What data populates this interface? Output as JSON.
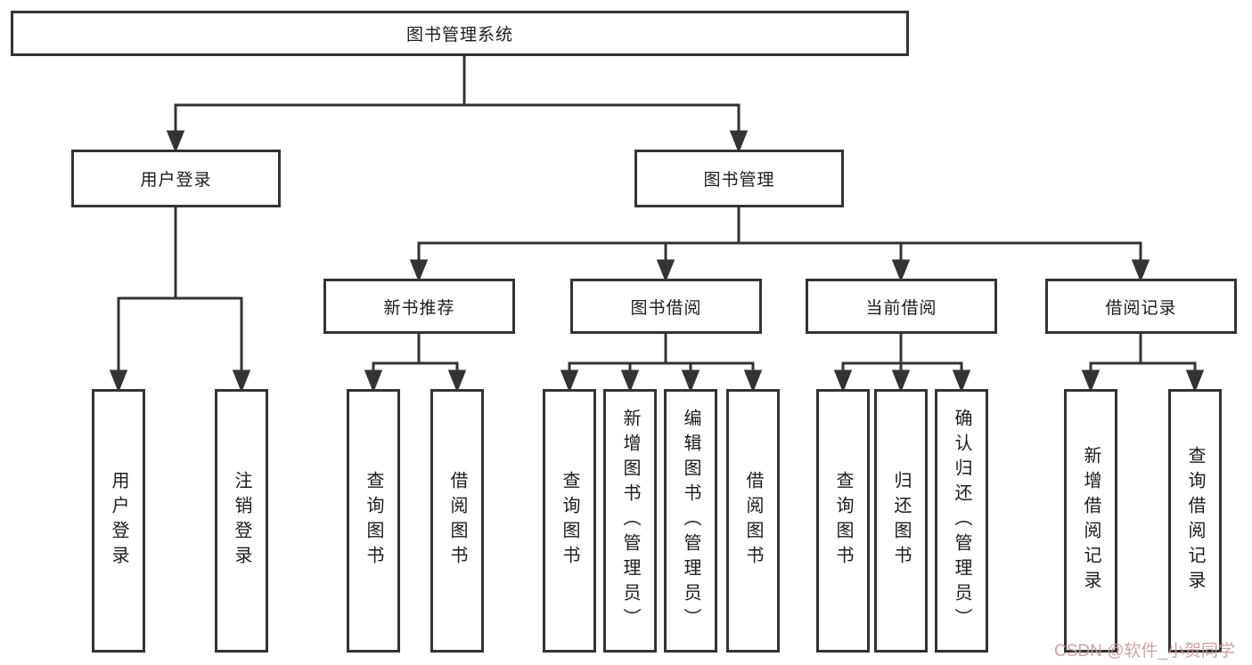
{
  "diagram": {
    "title": "图书管理系统",
    "root": {
      "label": "图书管理系统"
    },
    "level2": {
      "user_login": {
        "label": "用户登录"
      },
      "book_mgmt": {
        "label": "图书管理"
      }
    },
    "level3": {
      "new_book": {
        "label": "新书推荐"
      },
      "book_borrow": {
        "label": "图书借阅"
      },
      "current_borrow": {
        "label": "当前借阅"
      },
      "borrow_record": {
        "label": "借阅记录"
      }
    },
    "leaves": {
      "user_login": [
        "用户登录",
        "注销登录"
      ],
      "new_book": [
        "查询图书",
        "借阅图书"
      ],
      "book_borrow": [
        "查询图书",
        "新增图书（管理员）",
        "编辑图书（管理员）",
        "借阅图书"
      ],
      "current_borrow": [
        "查询图书",
        "归还图书",
        "确认归还（管理员）"
      ],
      "borrow_record": [
        "新增借阅记录",
        "查询借阅记录"
      ]
    }
  },
  "watermark": {
    "text": "CSDN @软件_小贺同学",
    "color": "#c89b9b"
  },
  "colors": {
    "line": "#333333",
    "border": "#333333",
    "text": "#1c1c1c",
    "background": "#ffffff"
  }
}
